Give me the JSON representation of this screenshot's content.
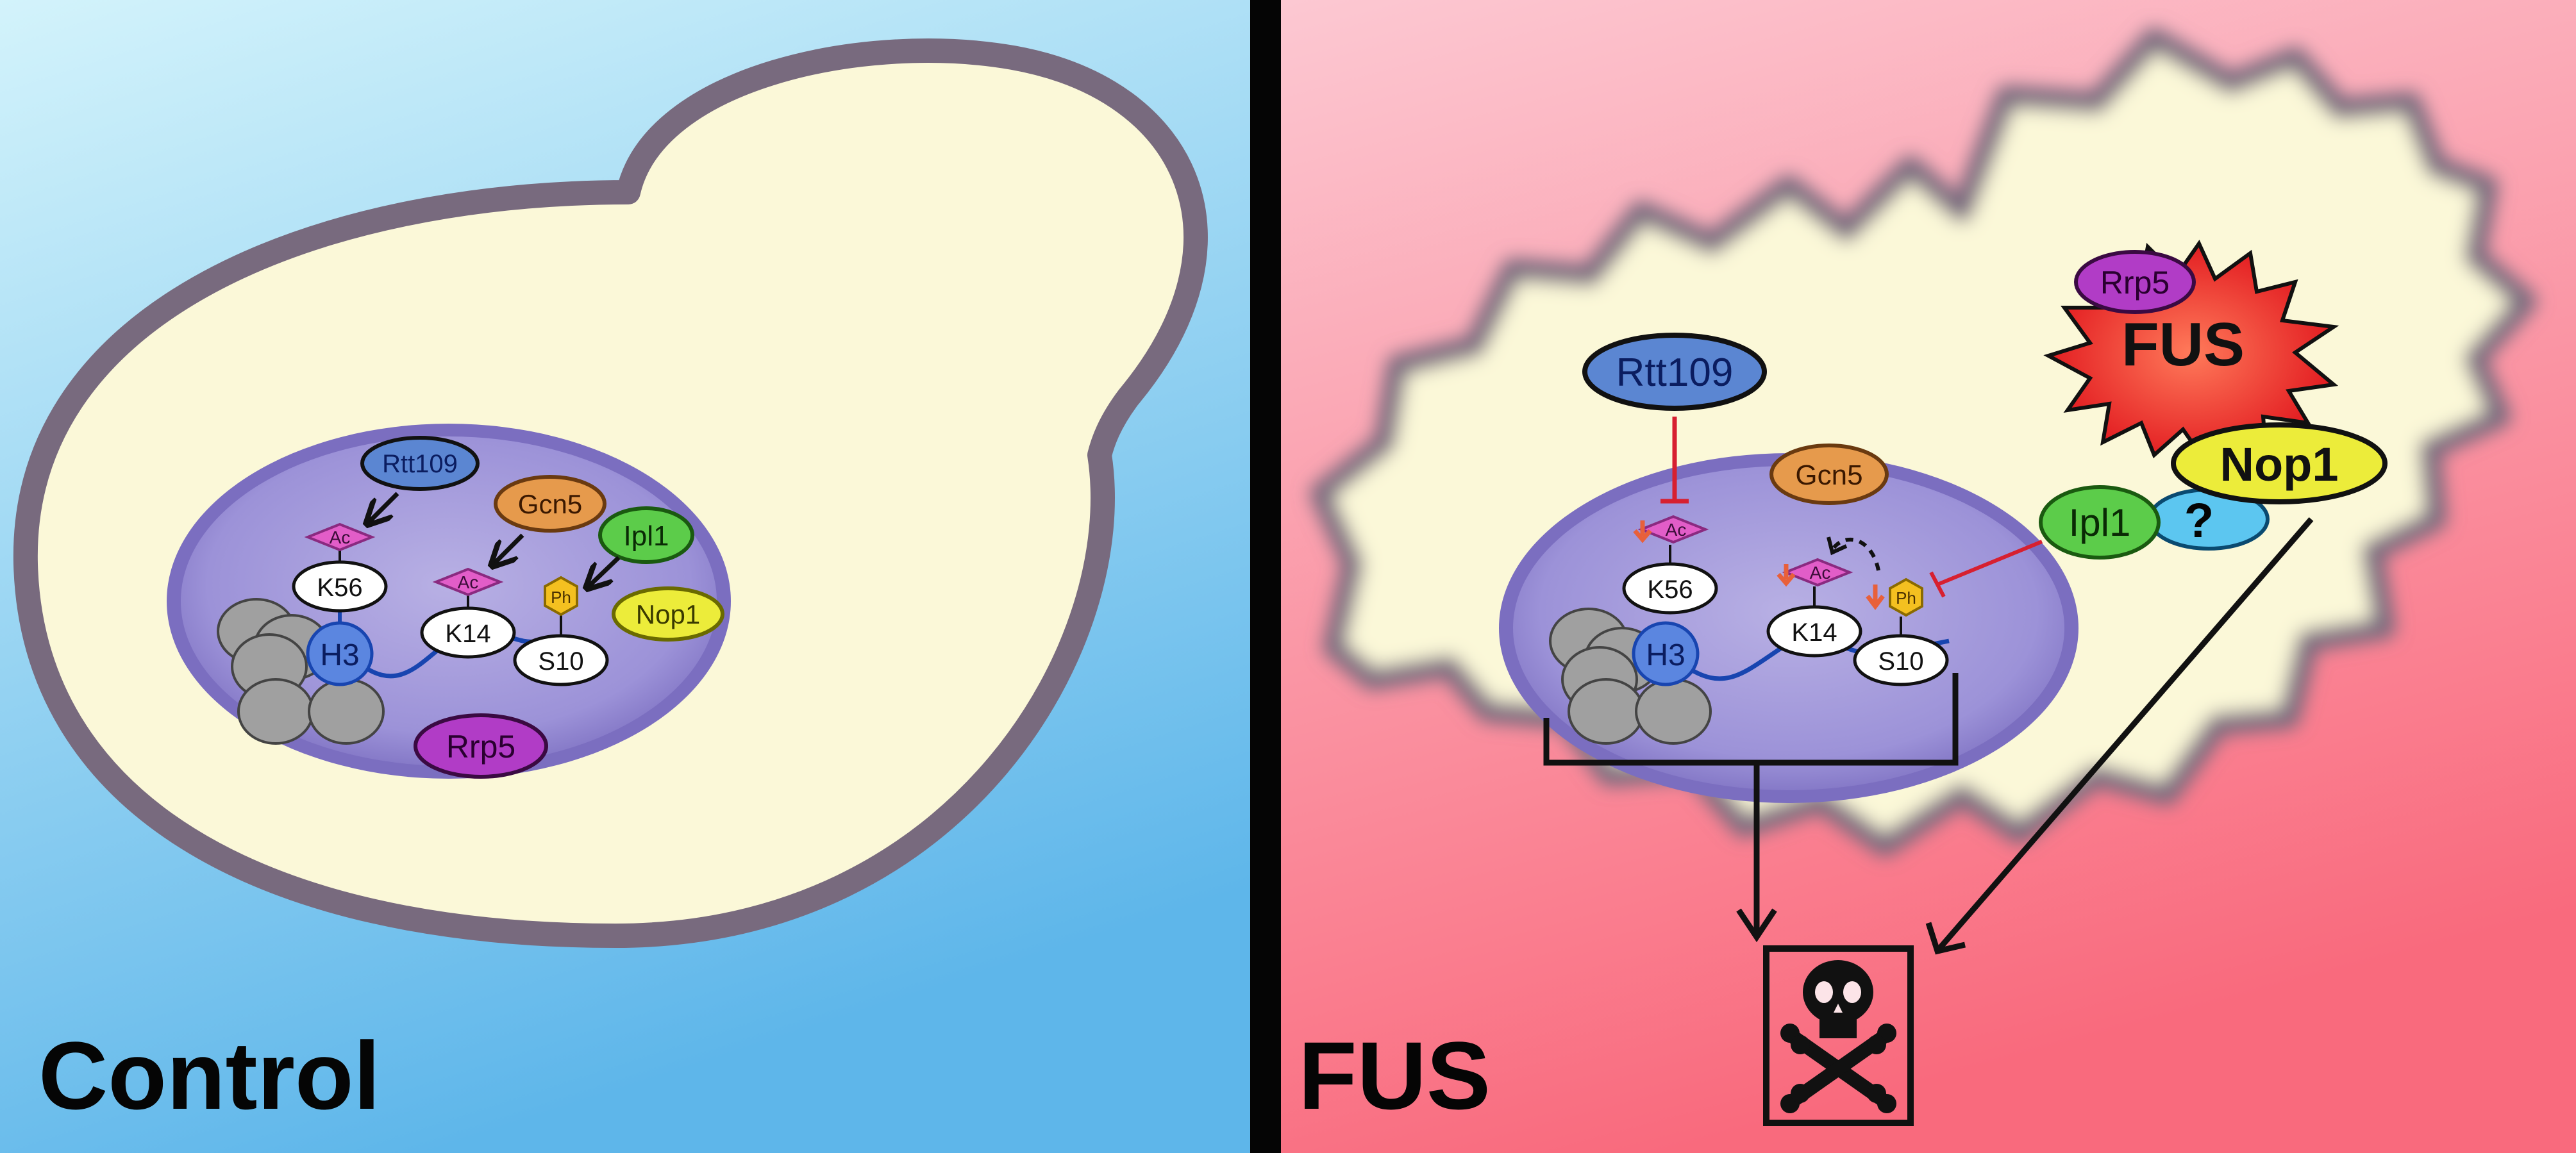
{
  "panels": {
    "control": {
      "title": "Control",
      "colors": {
        "bg_top": "#d3f3fb",
        "bg_bottom": "#5eb6ea",
        "cytoplasm": "#fbf8d8",
        "wall": "#786a7e",
        "nucleus": "#8d80c8"
      },
      "proteins": {
        "rtt109": "Rtt109",
        "gcn5": "Gcn5",
        "ipl1": "Ipl1",
        "nop1": "Nop1",
        "rrp5": "Rrp5"
      },
      "histone": {
        "h3": "H3",
        "k56": "K56",
        "k14": "K14",
        "s10": "S10",
        "ac1": "Ac",
        "ac2": "Ac",
        "ph": "Ph"
      }
    },
    "fus": {
      "title": "FUS",
      "colors": {
        "bg_top": "#fcc8d2",
        "bg_bottom": "#f96a7d",
        "cytoplasm": "#fbf8d8",
        "wall": "#786a7e",
        "nucleus": "#8d80c8",
        "inhibit": "#d72030"
      },
      "proteins": {
        "rtt109": "Rtt109",
        "gcn5": "Gcn5",
        "ipl1": "Ipl1",
        "nop1": "Nop1",
        "rrp5": "Rrp5",
        "fus": "FUS",
        "unknown": "?"
      },
      "histone": {
        "h3": "H3",
        "k56": "K56",
        "k14": "K14",
        "s10": "S10",
        "ac1": "Ac",
        "ac2": "Ac",
        "ph": "Ph"
      },
      "death_icon": "skull-crossbones-icon"
    }
  },
  "protein_colors": {
    "rtt109": "#5b86d2",
    "gcn5": "#e69a4c",
    "ipl1": "#5ccc4a",
    "nop1": "#ecec3a",
    "rrp5": "#b13cc6",
    "fus": "#ee2020",
    "unknown": "#5cc6f0",
    "h3": "#5b86e0",
    "ac": "#e25dc8",
    "ph": "#f4c020"
  }
}
